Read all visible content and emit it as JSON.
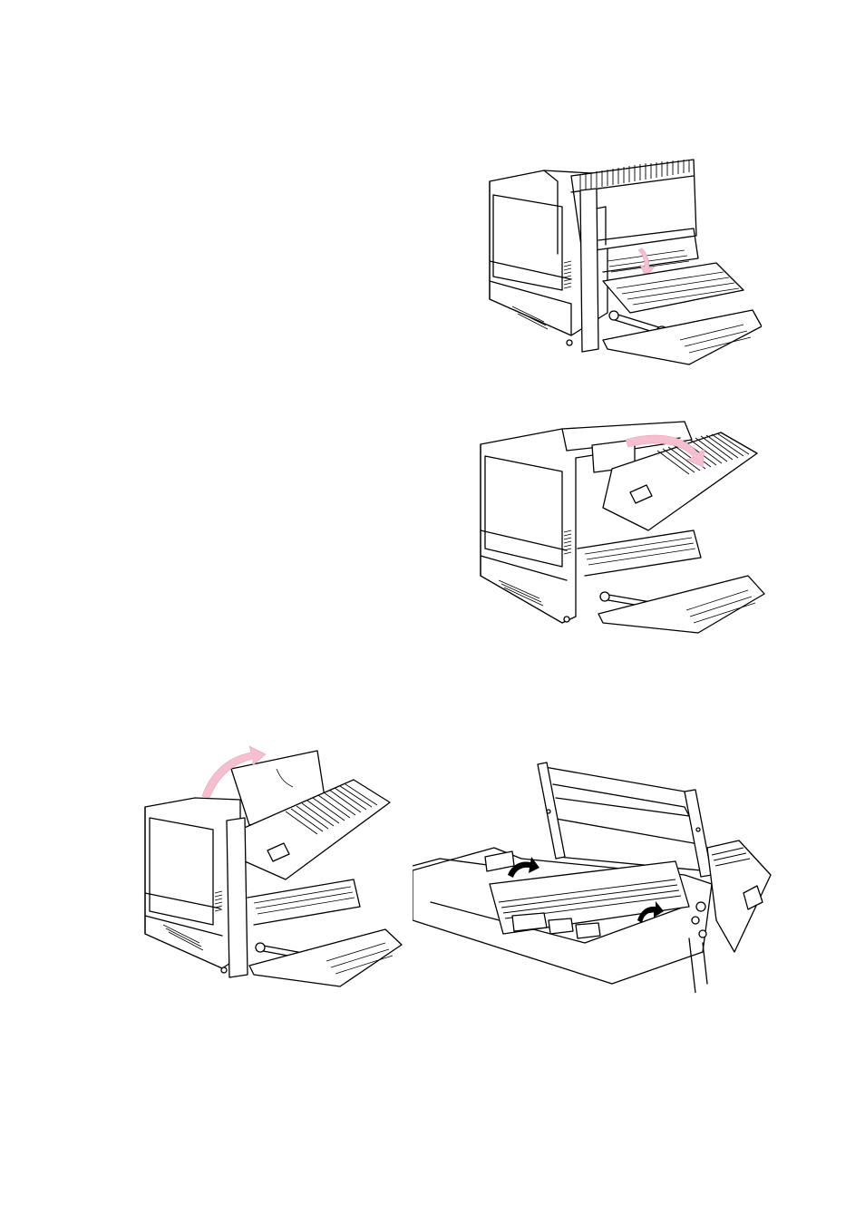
{
  "colors": {
    "ink": "#000000",
    "paper": "#ffffff",
    "arrow_pink": "#f6bfcf"
  },
  "figures": [
    {
      "id": "fig-1",
      "icon": "printer-rear-cover-open-illustration"
    },
    {
      "id": "fig-2",
      "icon": "printer-fuser-cover-lift-illustration"
    },
    {
      "id": "fig-3",
      "icon": "printer-paper-removal-illustration"
    },
    {
      "id": "fig-4",
      "icon": "printer-fuser-levers-illustration"
    }
  ]
}
